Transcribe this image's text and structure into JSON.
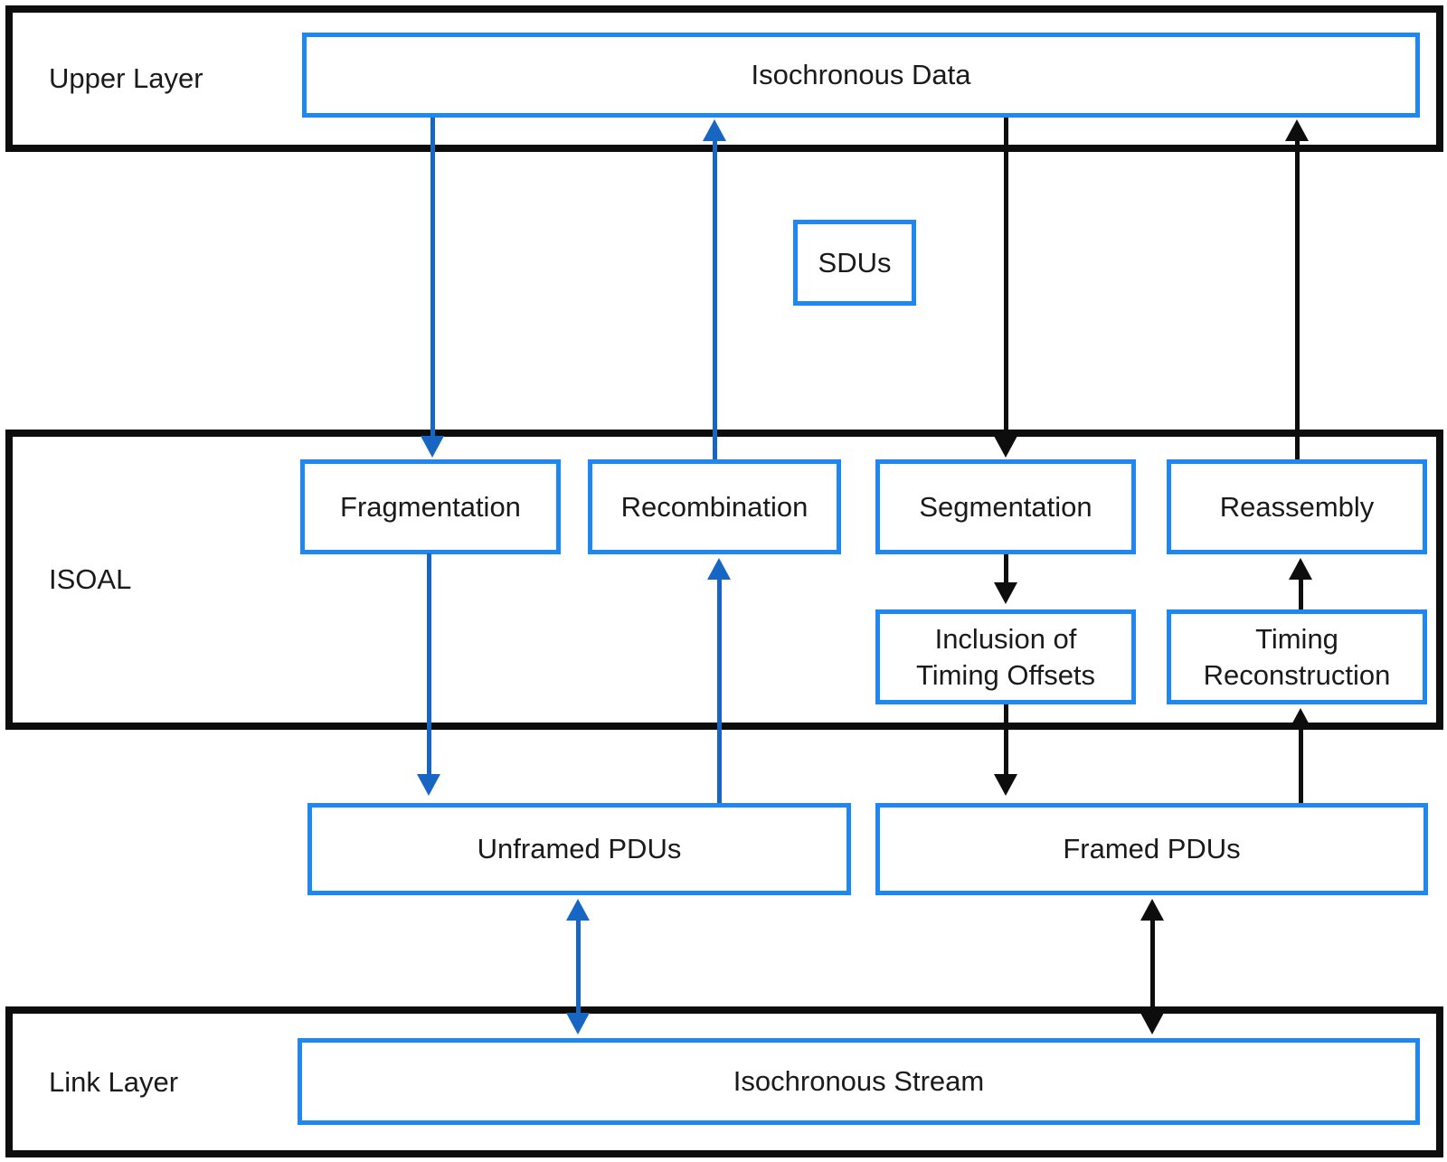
{
  "layers": {
    "upper": "Upper Layer",
    "isoal": "ISOAL",
    "link": "Link Layer"
  },
  "boxes": {
    "isochronous_data": "Isochronous Data",
    "sdus": "SDUs",
    "fragmentation": "Fragmentation",
    "recombination": "Recombination",
    "segmentation": "Segmentation",
    "reassembly": "Reassembly",
    "inclusion_of_timing_offsets": {
      "line1": "Inclusion of",
      "line2": "Timing Offsets"
    },
    "timing_reconstruction": {
      "line1": "Timing",
      "line2": "Reconstruction"
    },
    "unframed_pdus": "Unframed PDUs",
    "framed_pdus": "Framed PDUs",
    "isochronous_stream": "Isochronous Stream"
  },
  "flows": [
    {
      "from": "Isochronous Data",
      "to": "Fragmentation",
      "color": "blue",
      "bidirectional": false
    },
    {
      "from": "Recombination",
      "to": "Isochronous Data",
      "color": "blue",
      "bidirectional": false
    },
    {
      "from": "Isochronous Data",
      "to": "Segmentation",
      "color": "black",
      "bidirectional": false
    },
    {
      "from": "Reassembly",
      "to": "Isochronous Data",
      "color": "black",
      "bidirectional": false
    },
    {
      "from": "Segmentation",
      "to": "Inclusion of Timing Offsets",
      "color": "black",
      "bidirectional": false
    },
    {
      "from": "Timing Reconstruction",
      "to": "Reassembly",
      "color": "black",
      "bidirectional": false
    },
    {
      "from": "Fragmentation",
      "to": "Unframed PDUs",
      "color": "blue",
      "bidirectional": false
    },
    {
      "from": "Unframed PDUs",
      "to": "Recombination",
      "color": "blue",
      "bidirectional": false
    },
    {
      "from": "Inclusion of Timing Offsets",
      "to": "Framed PDUs",
      "color": "black",
      "bidirectional": false
    },
    {
      "from": "Framed PDUs",
      "to": "Timing Reconstruction",
      "color": "black",
      "bidirectional": false
    },
    {
      "from": "Unframed PDUs",
      "to": "Isochronous Stream",
      "color": "blue",
      "bidirectional": true
    },
    {
      "from": "Framed PDUs",
      "to": "Isochronous Stream",
      "color": "black",
      "bidirectional": true
    }
  ],
  "colors": {
    "box-border": "#1E87F0",
    "blue-arrow": "#1766C4",
    "black": "#0D0D0D",
    "text": "#1A1A1A",
    "bg": "#FFFFFF"
  }
}
